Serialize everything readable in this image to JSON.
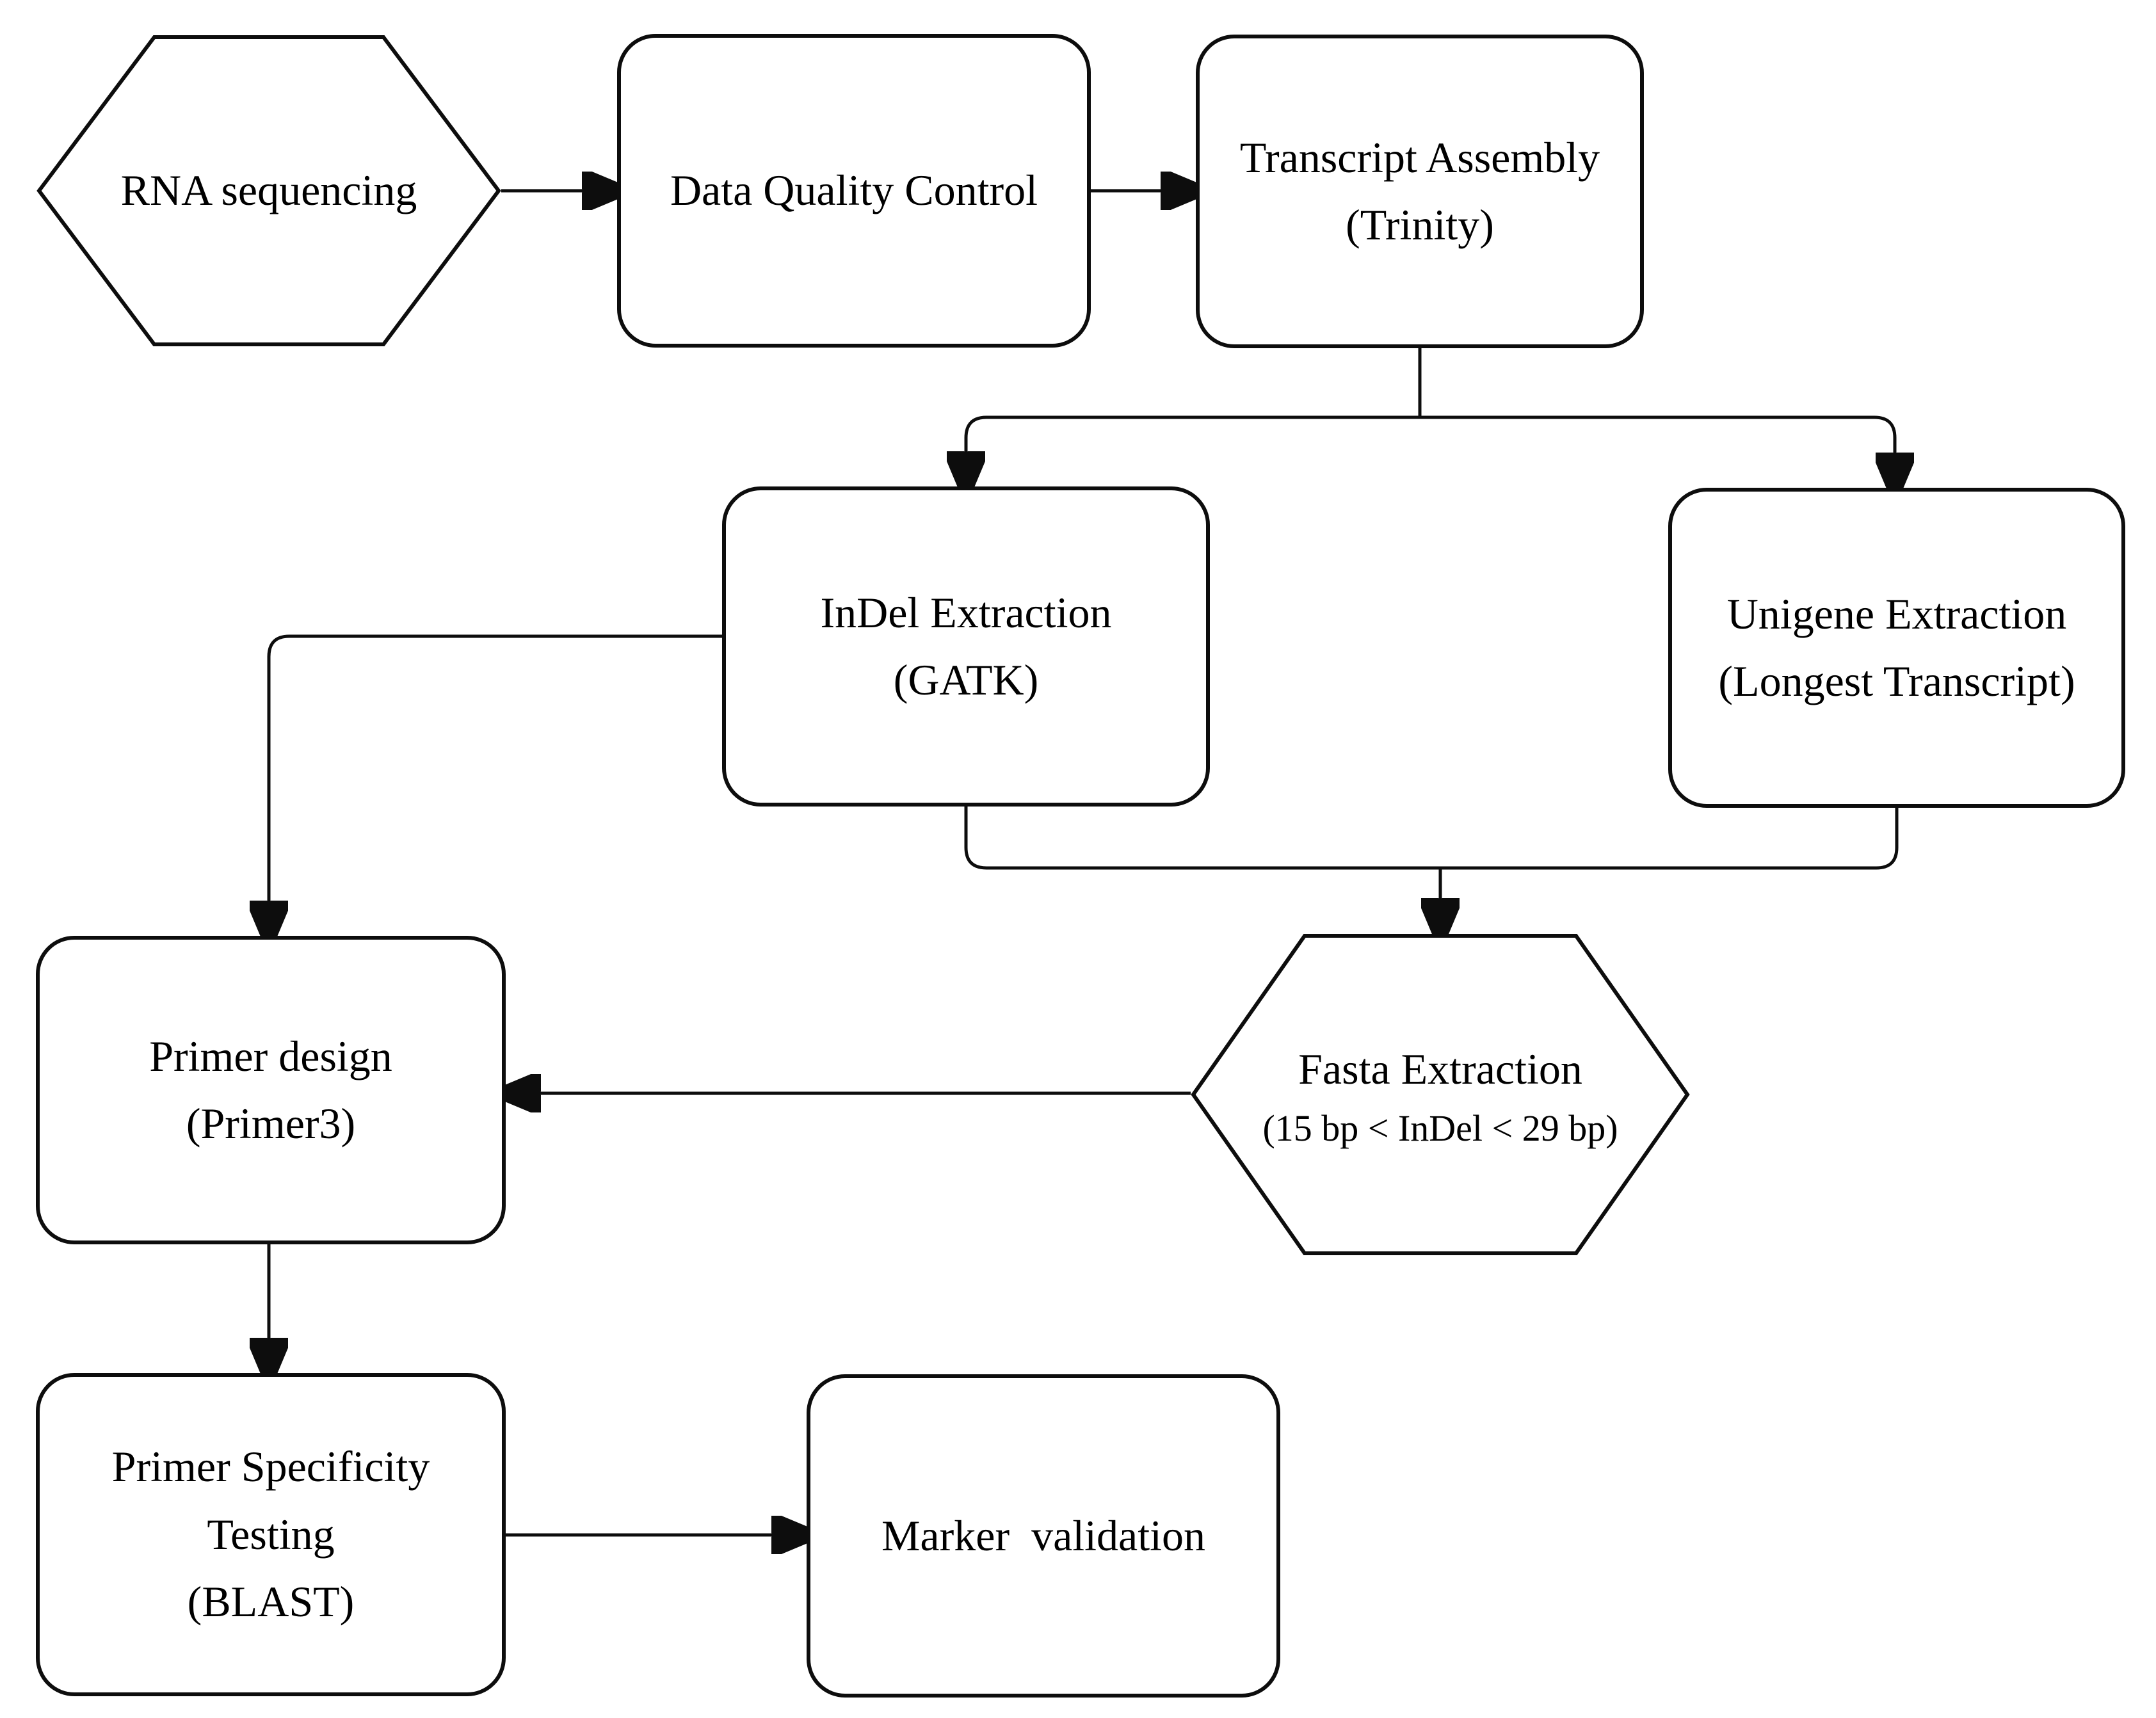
{
  "figure": {
    "type": "flowchart",
    "background_color": "#ffffff",
    "stroke_color": "#0d0d0d",
    "text_color": "#000000",
    "nodes": {
      "rna": {
        "shape": "hexagon",
        "label": "RNA sequencing"
      },
      "dqc": {
        "shape": "rounded-rect",
        "label": "Data Quality Control"
      },
      "ta": {
        "shape": "rounded-rect",
        "label": "Transcript Assembly",
        "sublabel": "(Trinity)"
      },
      "indel": {
        "shape": "rounded-rect",
        "label": "InDel Extraction",
        "sublabel": "(GATK)"
      },
      "unigene": {
        "shape": "rounded-rect",
        "label": "Unigene Extraction",
        "sublabel": "(Longest Transcript)"
      },
      "fasta": {
        "shape": "hexagon",
        "label": "Fasta Extraction",
        "sublabel": "(15 bp < InDel < 29 bp)"
      },
      "primer": {
        "shape": "rounded-rect",
        "label": "Primer design",
        "sublabel": "(Primer3)"
      },
      "blast": {
        "shape": "rounded-rect",
        "label": "Primer Specificity\nTesting",
        "sublabel": "(BLAST)"
      },
      "marker": {
        "shape": "rounded-rect",
        "label": "Marker  validation"
      }
    },
    "edges": [
      {
        "from": "rna",
        "to": "dqc"
      },
      {
        "from": "dqc",
        "to": "ta"
      },
      {
        "from": "ta",
        "to": "indel"
      },
      {
        "from": "ta",
        "to": "unigene"
      },
      {
        "from": "indel",
        "to": "fasta"
      },
      {
        "from": "unigene",
        "to": "fasta"
      },
      {
        "from": "indel",
        "to": "primer"
      },
      {
        "from": "fasta",
        "to": "primer"
      },
      {
        "from": "primer",
        "to": "blast"
      },
      {
        "from": "blast",
        "to": "marker"
      }
    ]
  }
}
